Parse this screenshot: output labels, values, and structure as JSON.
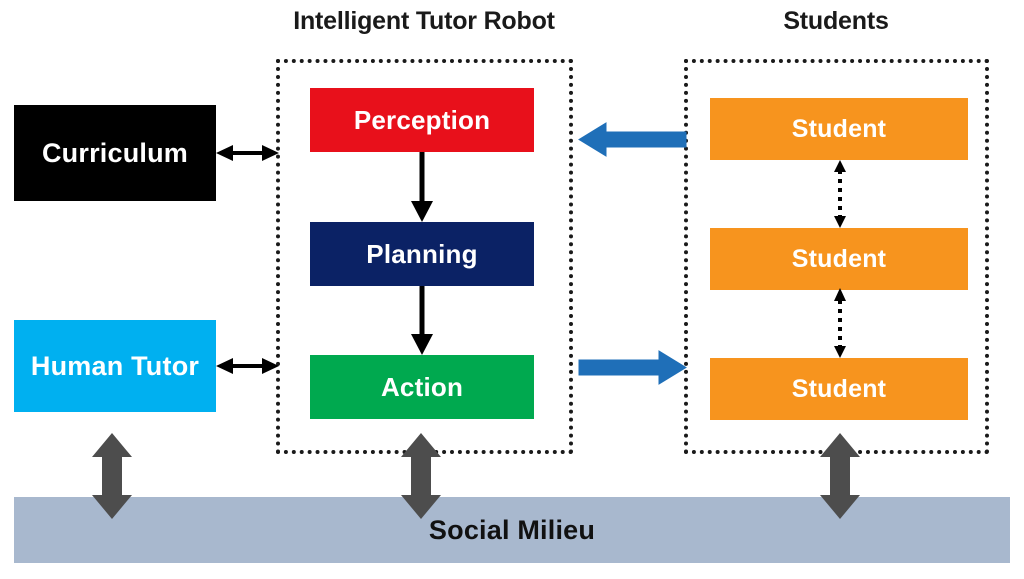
{
  "diagram": {
    "title_robot": "Intelligent Tutor Robot",
    "title_students": "Students",
    "social_milieu_label": "Social Milieu"
  },
  "external_boxes": [
    {
      "label": "Curriculum",
      "color": "#000000",
      "text_color": "#FFFFFF"
    },
    {
      "label": "Human Tutor",
      "color": "#00B0F0",
      "text_color": "#FFFFFF"
    }
  ],
  "robot": {
    "group_label": "Intelligent Tutor Robot",
    "stages": [
      {
        "label": "Perception",
        "color": "#E8101B"
      },
      {
        "label": "Planning",
        "color": "#0B2265"
      },
      {
        "label": "Action",
        "color": "#00A94F"
      }
    ]
  },
  "students": {
    "group_label": "Students",
    "items": [
      {
        "label": "Student",
        "color": "#F7941E"
      },
      {
        "label": "Student",
        "color": "#F7941E"
      },
      {
        "label": "Student",
        "color": "#F7941E"
      }
    ]
  },
  "environment": {
    "label": "Social Milieu",
    "color": "#A8B8CE"
  },
  "connectors": {
    "curriculum_to_robot": {
      "name": "double-arrow-horizontal",
      "style": "solid",
      "color": "#000000"
    },
    "human_tutor_to_robot": {
      "name": "double-arrow-horizontal",
      "style": "solid",
      "color": "#000000"
    },
    "perception_to_planning": {
      "name": "arrow-down",
      "style": "solid",
      "color": "#000000"
    },
    "planning_to_action": {
      "name": "arrow-down",
      "style": "solid",
      "color": "#000000"
    },
    "students_to_perception": {
      "name": "block-arrow-left",
      "style": "solid",
      "color": "#1F6FB8"
    },
    "action_to_students": {
      "name": "block-arrow-right",
      "style": "solid",
      "color": "#1F6FB8"
    },
    "student_to_student": {
      "name": "double-arrow-vertical",
      "style": "dotted",
      "color": "#000000"
    },
    "to_social_milieu": {
      "name": "block-double-arrow-vertical",
      "style": "solid",
      "color": "#4D4D4D"
    }
  },
  "colors": {
    "red": "#E8101B",
    "navy": "#0B2265",
    "green": "#00A94F",
    "orange": "#F7941E",
    "cyan": "#00B0F0",
    "black": "#000000",
    "blue_arrow": "#1F6FB8",
    "gray_arrow": "#4D4D4D",
    "milieu": "#A8B8CE",
    "background": "#FFFFFF"
  }
}
